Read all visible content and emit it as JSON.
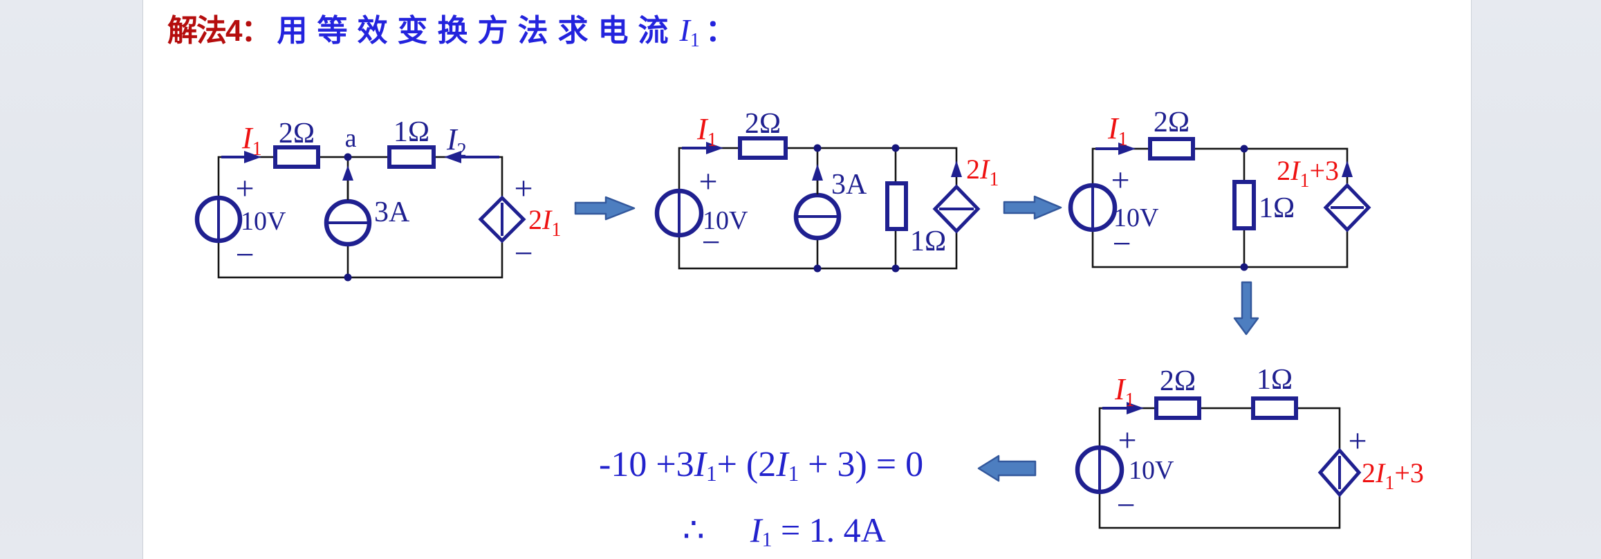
{
  "title": {
    "method": "解法4：",
    "text": "用等效变换方法求电流",
    "var": "I",
    "var_sub": "1",
    "colon": "："
  },
  "circuit1": {
    "i1": {
      "var": "I",
      "sub": "1"
    },
    "r1": "2Ω",
    "node_a": "a",
    "r2": "1Ω",
    "i2": {
      "var": "I",
      "sub": "2"
    },
    "plus": "+",
    "minus": "−",
    "vs": "10V",
    "cs": "3A",
    "dep": {
      "coef": "2",
      "var": "I",
      "sub": "1"
    }
  },
  "circuit2": {
    "i1": {
      "var": "I",
      "sub": "1"
    },
    "r1": "2Ω",
    "plus": "+",
    "minus": "−",
    "vs": "10V",
    "cs": "3A",
    "r2": "1Ω",
    "dep": {
      "coef": "2",
      "var": "I",
      "sub": "1"
    }
  },
  "circuit3": {
    "i1": {
      "var": "I",
      "sub": "1"
    },
    "r1": "2Ω",
    "plus": "+",
    "minus": "−",
    "vs": "10V",
    "r2": "1Ω",
    "dep": {
      "coef": "2",
      "var": "I",
      "sub": "1",
      "post": "+3"
    }
  },
  "circuit4": {
    "i1": {
      "var": "I",
      "sub": "1"
    },
    "r1": "2Ω",
    "r2": "1Ω",
    "plus": "+",
    "minus": "−",
    "vs": "10V",
    "dep": {
      "coef": "2",
      "var": "I",
      "sub": "1",
      "post": "+3"
    }
  },
  "equations": {
    "line1": {
      "s1": "-10 +3",
      "v1": "I",
      "sub1": "1",
      "s2": "+ (2",
      "v2": "I",
      "sub2": "1",
      "s3": " + 3) = 0"
    },
    "line2": {
      "therefore": "∴",
      "v": "I",
      "sub": "1",
      "s": " = 1. 4A"
    }
  },
  "colors": {
    "title_red": "#b50d0d",
    "title_blue": "#2323dd",
    "symbol_navy": "#1f2090",
    "current_red": "#ee1111",
    "wire_black": "#151515",
    "equation_blue": "#2222cc",
    "arrow_fill": "#4d7ec0",
    "arrow_stroke": "#33589c",
    "gutter_gray": "#e2e6ec",
    "slide_white": "#ffffff"
  }
}
